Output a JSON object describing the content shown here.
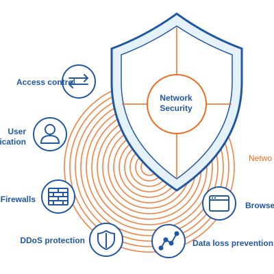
{
  "colors": {
    "blue": "#1f56a6",
    "shield_fill": "#e6f2fb",
    "orange": "#f26b1d",
    "ring": "#f6a25e"
  },
  "shield": {
    "line1": "Network",
    "line2": "Security"
  },
  "labels": {
    "access_control": "Access control",
    "user_line1": "User",
    "user_line2": "ication",
    "firewalls": "Firewalls",
    "ddos": "DDoS protection",
    "data_loss": "Data loss prevention",
    "browser": "Browser",
    "network_partial": "Netwo"
  },
  "icons": [
    "arrows-icon",
    "user-icon",
    "brick-wall-icon",
    "shield-icon",
    "line-graph-icon",
    "browser-window-icon"
  ]
}
